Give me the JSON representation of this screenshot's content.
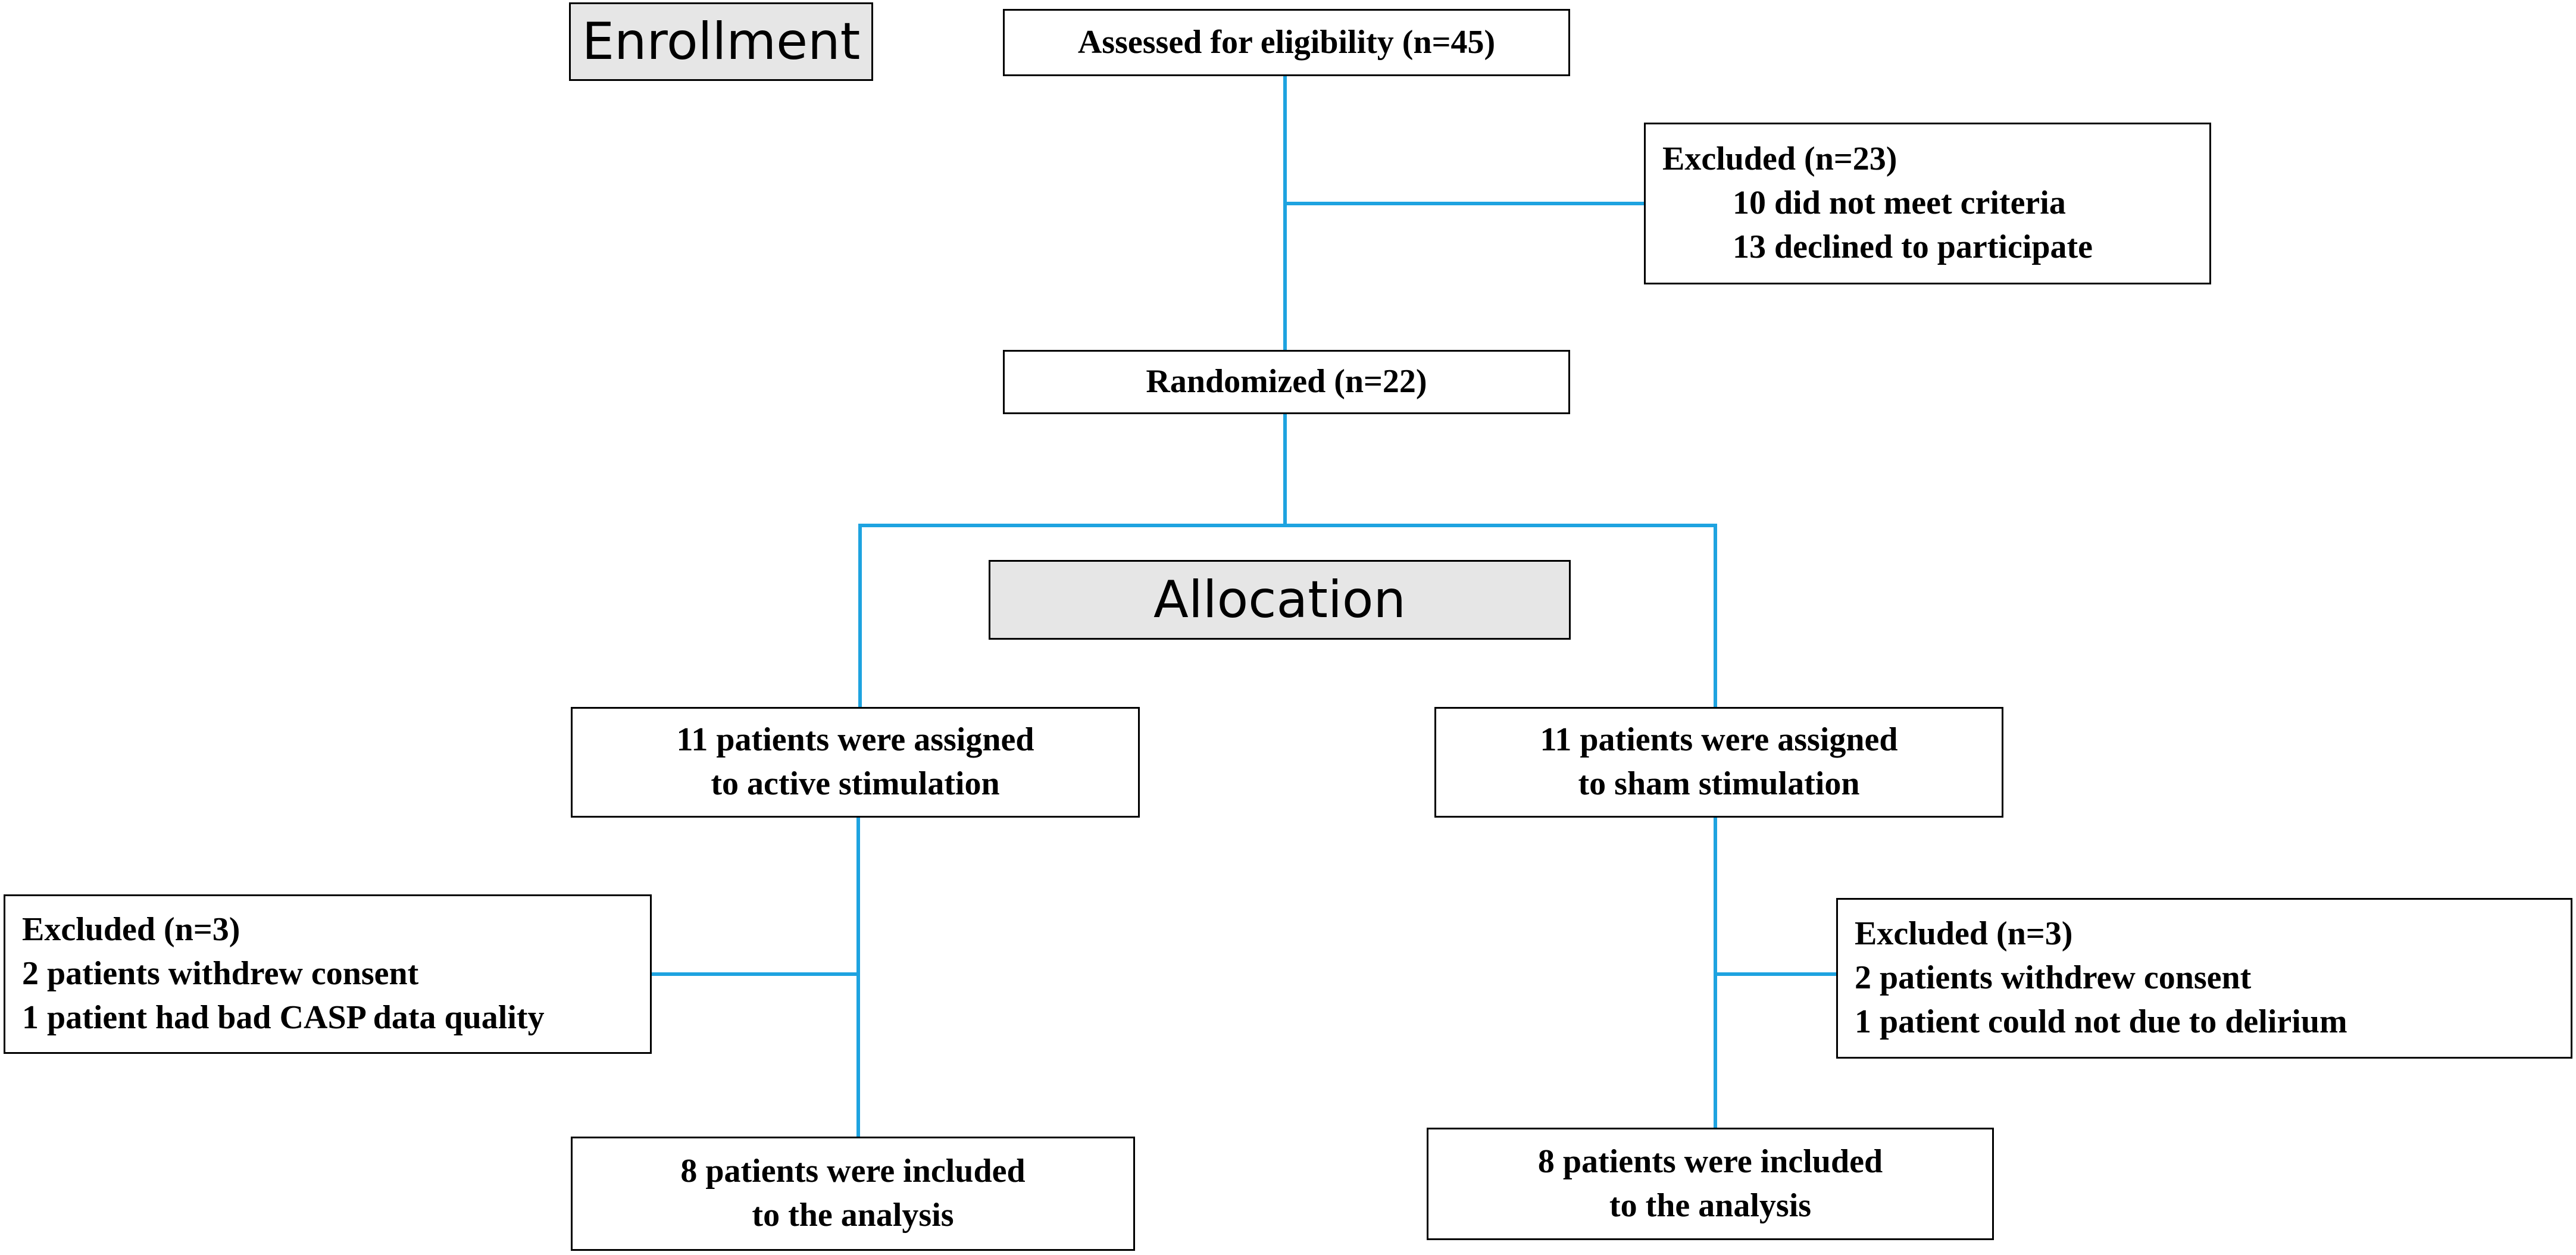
{
  "colors": {
    "connector": "#1ea3e0",
    "box_border": "#000000",
    "label_fill": "#e6e6e6"
  },
  "stages": {
    "enrollment": "Enrollment",
    "allocation": "Allocation"
  },
  "assessed": {
    "text": "Assessed for eligibility (n=45)"
  },
  "excluded_top": {
    "title": "Excluded (n=23)",
    "items": [
      "10 did not meet criteria",
      "13 declined to participate"
    ]
  },
  "randomized": {
    "text": "Randomized (n=22)"
  },
  "active_arm": {
    "assigned": [
      "11 patients were assigned",
      "to active stimulation"
    ],
    "excluded": {
      "title": "Excluded (n=3)",
      "items": [
        "2 patients withdrew consent",
        "1 patient had bad CASP data quality"
      ]
    },
    "included": [
      "8 patients were included",
      "to the analysis"
    ]
  },
  "sham_arm": {
    "assigned": [
      "11 patients were assigned",
      "to sham stimulation"
    ],
    "excluded": {
      "title": "Excluded (n=3)",
      "items": [
        "2 patients withdrew consent",
        "1 patient could not due to delirium"
      ]
    },
    "included": [
      "8 patients were included",
      "to the analysis"
    ]
  }
}
